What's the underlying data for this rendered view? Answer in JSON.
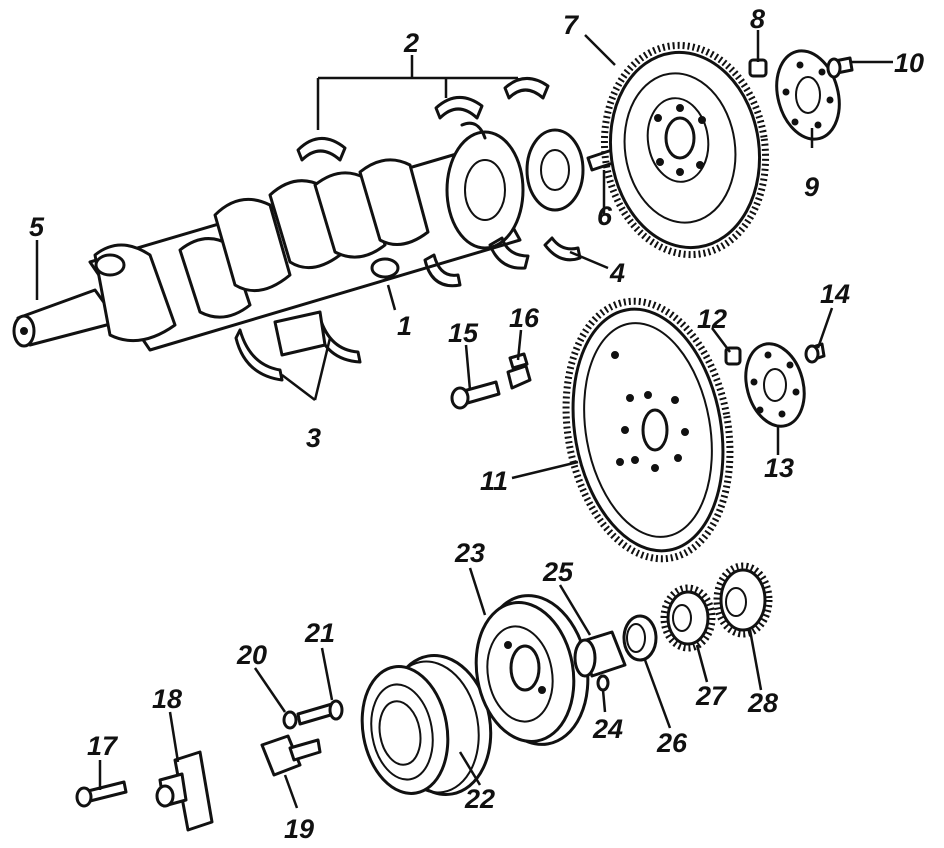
{
  "callouts": [
    {
      "id": "1",
      "label": "1"
    },
    {
      "id": "2",
      "label": "2"
    },
    {
      "id": "3",
      "label": "3"
    },
    {
      "id": "4",
      "label": "4"
    },
    {
      "id": "5",
      "label": "5"
    },
    {
      "id": "6",
      "label": "6"
    },
    {
      "id": "7",
      "label": "7"
    },
    {
      "id": "8",
      "label": "8"
    },
    {
      "id": "9",
      "label": "9"
    },
    {
      "id": "10",
      "label": "10"
    },
    {
      "id": "11",
      "label": "11"
    },
    {
      "id": "12",
      "label": "12"
    },
    {
      "id": "13",
      "label": "13"
    },
    {
      "id": "14",
      "label": "14"
    },
    {
      "id": "15",
      "label": "15"
    },
    {
      "id": "16",
      "label": "16"
    },
    {
      "id": "17",
      "label": "17"
    },
    {
      "id": "18",
      "label": "18"
    },
    {
      "id": "19",
      "label": "19"
    },
    {
      "id": "20",
      "label": "20"
    },
    {
      "id": "21",
      "label": "21"
    },
    {
      "id": "22",
      "label": "22"
    },
    {
      "id": "23",
      "label": "23"
    },
    {
      "id": "24",
      "label": "24"
    },
    {
      "id": "25",
      "label": "25"
    },
    {
      "id": "26",
      "label": "26"
    },
    {
      "id": "27",
      "label": "27"
    },
    {
      "id": "28",
      "label": "28"
    }
  ],
  "icons": {
    "crankshaft": "crankshaft-icon",
    "flywheel": "flywheel-icon",
    "flexplate": "flexplate-icon",
    "pulley": "pulley-icon",
    "balancer": "balancer-icon",
    "gear": "gear-icon"
  }
}
